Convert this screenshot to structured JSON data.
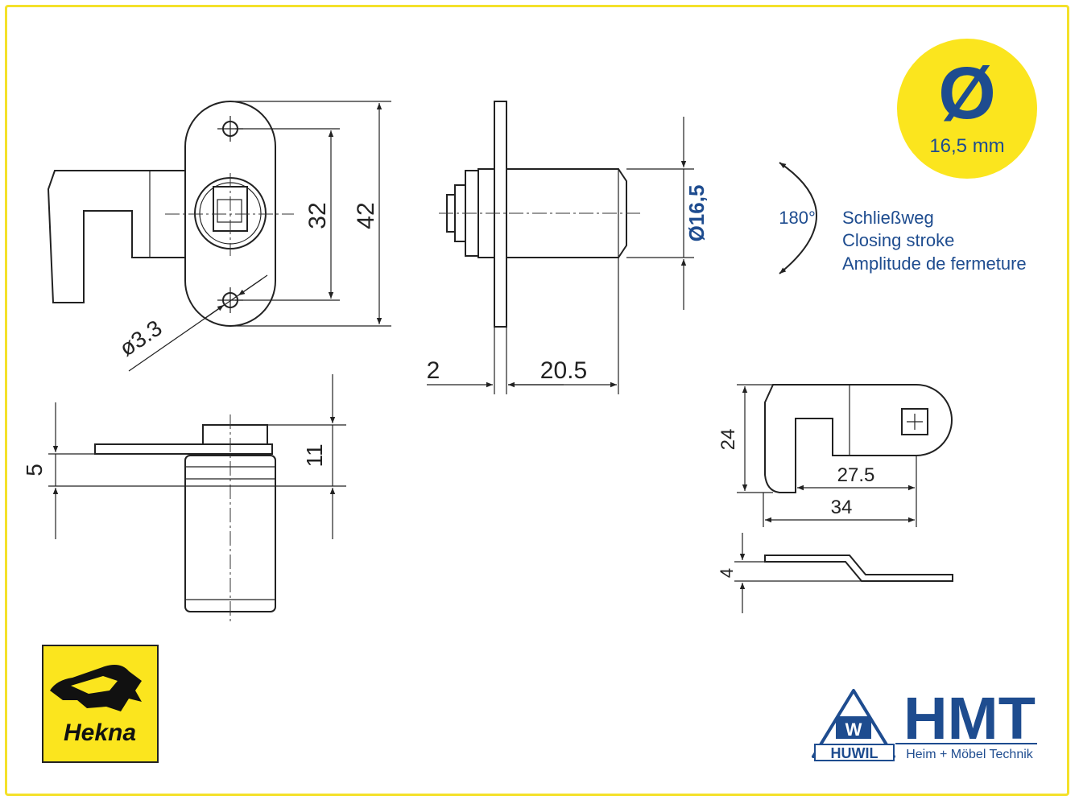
{
  "badge": {
    "symbol": "Ø",
    "label": "16,5 mm",
    "color_bg": "#fbe51e",
    "color_fg": "#1e4c8f"
  },
  "front_view": {
    "dim_32": "32",
    "dim_42": "42",
    "dim_hole": "ø3.3"
  },
  "side_view": {
    "dim_2": "2",
    "dim_205": "20.5",
    "dim_diameter": "Ø16,5"
  },
  "rotation": {
    "angle": "180°",
    "lines": [
      "Schließweg",
      "Closing stroke",
      "Amplitude de fermeture"
    ]
  },
  "bottom_view": {
    "dim_5": "5",
    "dim_11": "11"
  },
  "cam_top": {
    "dim_24": "24",
    "dim_275": "27.5",
    "dim_34": "34"
  },
  "cam_side": {
    "dim_4": "4"
  },
  "logos": {
    "hekna": {
      "text": "Hekna",
      "color_bg": "#fbe51e"
    },
    "huwil": {
      "w": "W",
      "name": "HUWIL"
    },
    "hmt": {
      "title": "HMT",
      "subtitle": "Heim + Möbel Technik",
      "color": "#1e4c8f"
    }
  }
}
